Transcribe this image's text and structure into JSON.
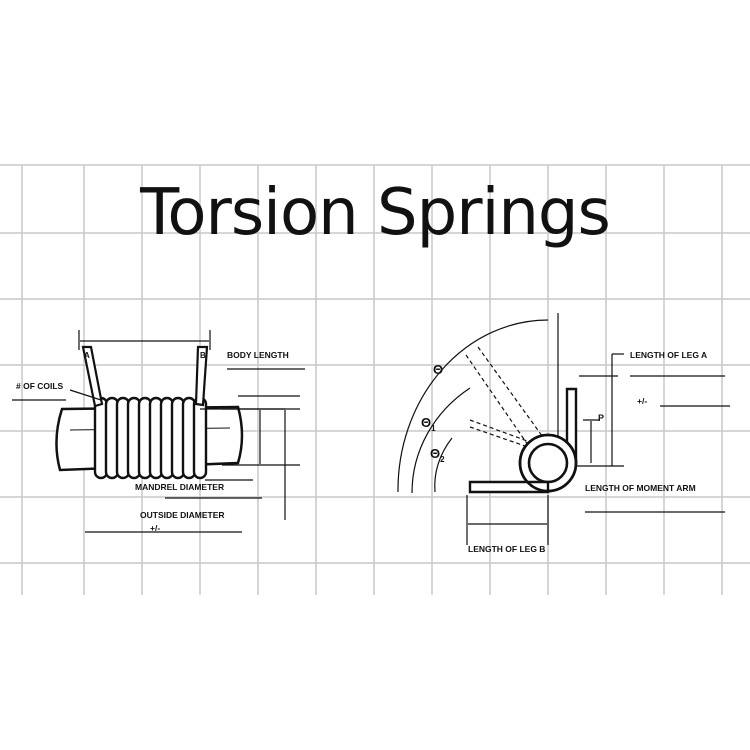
{
  "title": "Torsion Springs",
  "left_diagram": {
    "leg_a": "A",
    "leg_b": "B",
    "body_length": "BODY LENGTH",
    "num_coils": "# OF COILS",
    "mandrel_diameter": "MANDREL DIAMETER",
    "outside_diameter": "OUTSIDE DIAMETER",
    "tolerance": "+/-"
  },
  "right_diagram": {
    "theta": "Θ",
    "theta1_sub": "1",
    "theta2_sub": "2",
    "p_label": "P",
    "length_leg_a": "LENGTH OF LEG A",
    "tolerance": "+/-",
    "moment_arm": "LENGTH OF MOMENT ARM",
    "length_leg_b": "LENGTH OF LEG B"
  },
  "colors": {
    "grid": "#c8c8c8",
    "ink": "#111111",
    "background": "#ffffff"
  }
}
